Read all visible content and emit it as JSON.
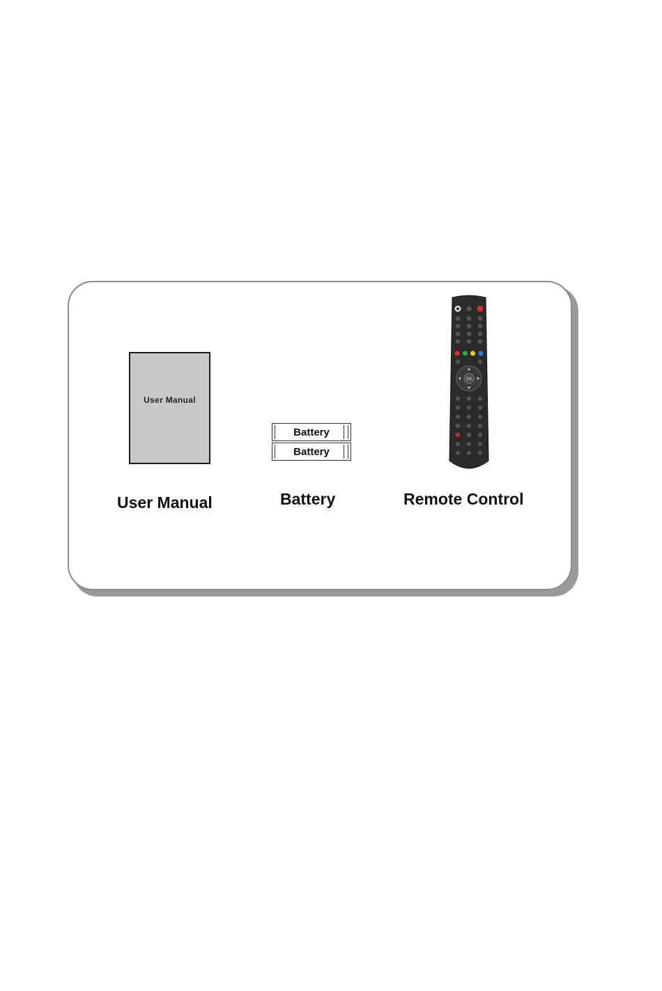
{
  "package_contents": {
    "items": [
      {
        "id": "manual",
        "caption": "User Manual",
        "booklet_title": "User Manual"
      },
      {
        "id": "battery",
        "caption": "Battery",
        "battery_labels": [
          "Battery",
          "Battery"
        ]
      },
      {
        "id": "remote",
        "caption": "Remote Control",
        "ok_label": "OK"
      }
    ],
    "remote_colors": {
      "red": "#e03030",
      "green": "#2ea84a",
      "yellow": "#e8d020",
      "blue": "#2f7fd8",
      "body": "#2b2b2b",
      "button": "#505050"
    }
  }
}
